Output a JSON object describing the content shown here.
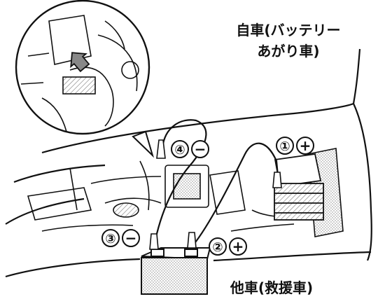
{
  "labels": {
    "own_car_line1": "自車(バッテリー",
    "own_car_line2": "あがり車)",
    "rescue_car": "他車(救援車)"
  },
  "steps": [
    {
      "number": "①",
      "sign": "+"
    },
    {
      "number": "②",
      "sign": "+"
    },
    {
      "number": "③",
      "sign": "−"
    },
    {
      "number": "④",
      "sign": "−"
    }
  ],
  "colors": {
    "ink": "#111111",
    "paper": "#ffffff",
    "shade": "#cfcfcf"
  }
}
